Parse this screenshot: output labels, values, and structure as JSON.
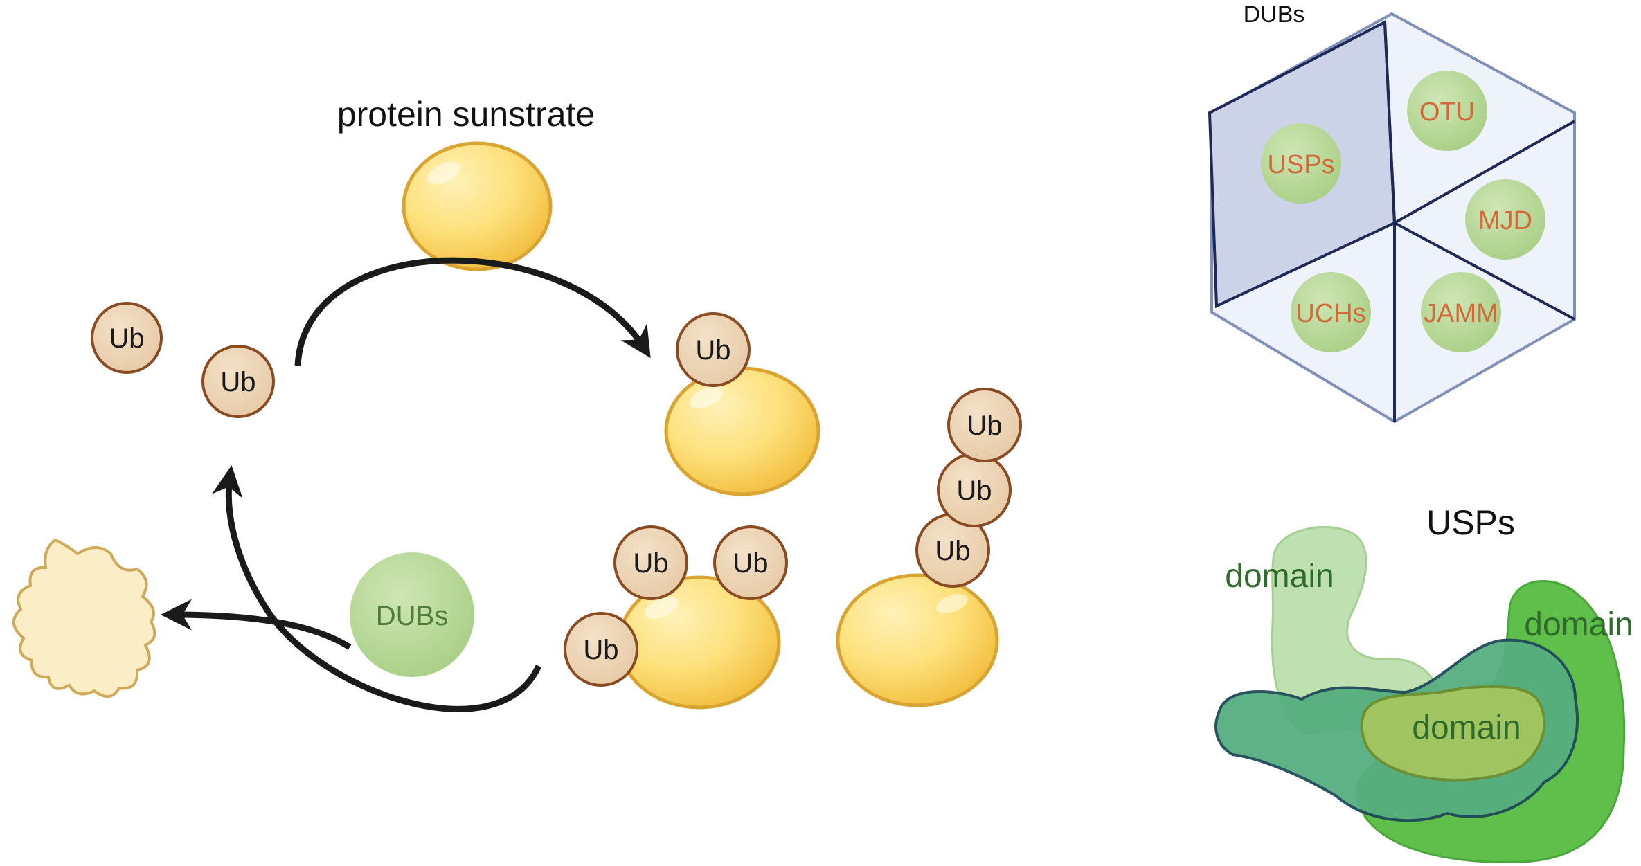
{
  "diagram": {
    "title": "protein sunstrate",
    "ub_label": "Ub",
    "dubs_enzyme_label": "DUBs",
    "dubs_families": {
      "heading": "DUBs",
      "cells": [
        "USPs",
        "OTU",
        "MJD",
        "JAMM",
        "UCHs"
      ]
    },
    "usps": {
      "heading": "USPs",
      "domains": [
        "domain",
        "domain",
        "domain"
      ]
    }
  },
  "colors": {
    "ub_fill": "#ecd3b3",
    "ub_stroke": "#8a4a22",
    "substrate_fill": "#fde07a",
    "substrate_stroke": "#d9a432",
    "dubs_fill": "#c3dea6",
    "hex_cell_text": "#d2693a",
    "hex_cell_bg": "#eef2fa",
    "hex_usps_bg": "#ccd3e8",
    "domain_text": "#2f6b2a",
    "arrow": "#1a1a1a"
  }
}
